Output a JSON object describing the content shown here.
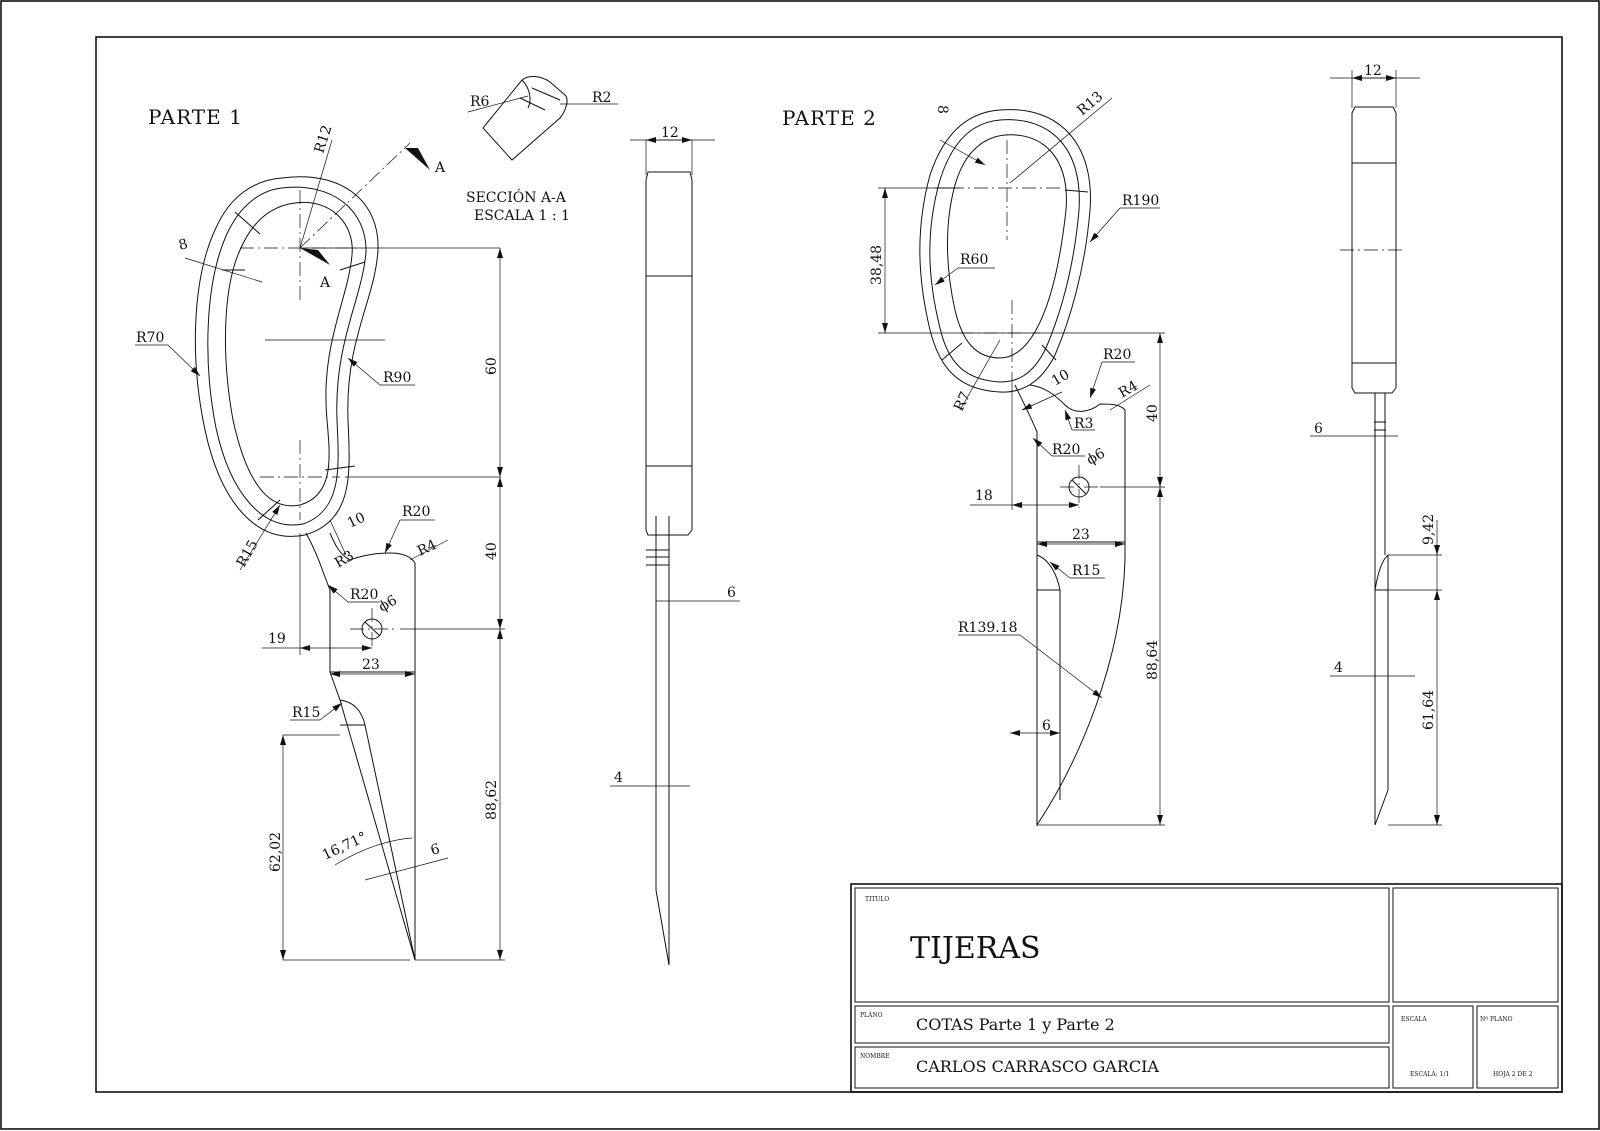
{
  "views": {
    "part1": "PARTE 1",
    "part2": "PARTE 2",
    "section": "SECCIÓN A-A",
    "section_scale": "ESCALA 1 : 1",
    "section_letter": "A"
  },
  "dims_part1": {
    "r12": "R12",
    "r6": "R6",
    "r2": "R2",
    "d8": "8",
    "r70": "R70",
    "r90": "R90",
    "d60": "60",
    "d40": "40",
    "r15a": "R15",
    "d10": "10",
    "r20a": "R20",
    "r3": "R3",
    "r4": "R4",
    "r20b": "R20",
    "phi6": "ϕ6",
    "d19": "19",
    "d23": "23",
    "r15b": "R15",
    "d62_02": "62,02",
    "d88_62": "88,62",
    "a16_71": "16,71°",
    "d6": "6"
  },
  "dims_side1": {
    "d12": "12",
    "d6": "6",
    "d4": "4"
  },
  "dims_part2": {
    "d8": "8",
    "r13": "R13",
    "r190": "R190",
    "d38_48": "38,48",
    "r60": "R60",
    "r7": "R7",
    "d10": "10",
    "r20a": "R20",
    "r4": "R4",
    "r3": "R3",
    "r20b": "R20",
    "phi6": "ϕ6",
    "d18": "18",
    "d40": "40",
    "d23": "23",
    "r15": "R15",
    "r139": "R139.18",
    "d88_64": "88,64",
    "d6": "6"
  },
  "dims_side2": {
    "d12": "12",
    "d6": "6",
    "d9_42": "9,42",
    "d4": "4",
    "d61_64": "61,64"
  },
  "title_block": {
    "titulo_label": "TITULO",
    "title": "TIJERAS",
    "plano_label": "PLANO",
    "plano": "COTAS Parte 1 y Parte 2",
    "nombre_label": "NOMBRE",
    "nombre": "CARLOS CARRASCO GARCIA",
    "escala_label": "ESCALA",
    "escala": "ESCALA: 1/1",
    "nplano_label": "Nº PLANO",
    "hoja": "HOJA 2 DE 2"
  }
}
